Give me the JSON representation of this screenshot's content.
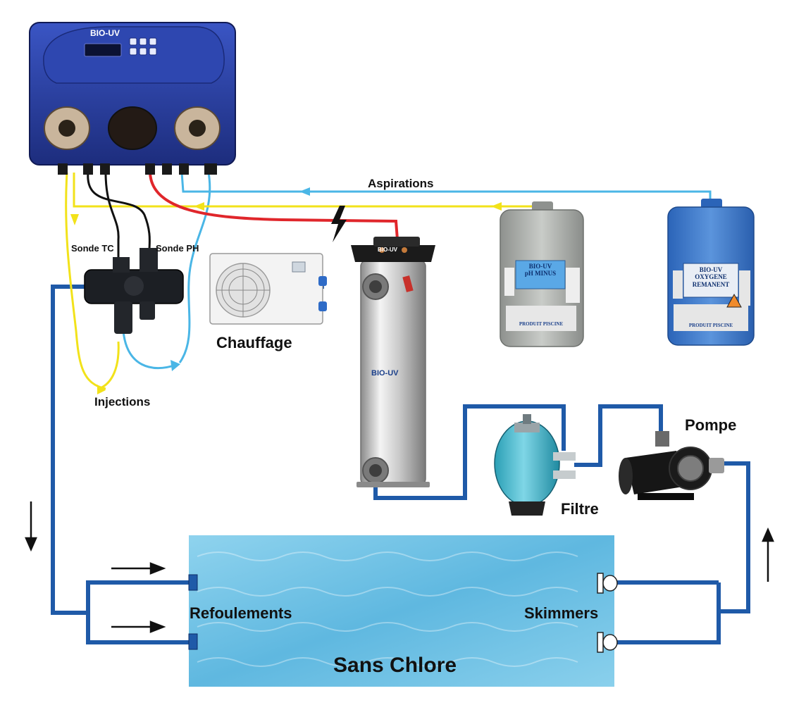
{
  "diagram": {
    "brand": "BIO-UV",
    "labels": {
      "aspirations": "Aspirations",
      "sonde_tc": "Sonde TC",
      "sonde_ph": "Sonde PH",
      "chauffage": "Chauffage",
      "injections": "Injections",
      "pompe": "Pompe",
      "filtre": "Filtre",
      "refoulements": "Refoulements",
      "skimmers": "Skimmers",
      "pool": "Sans Chlore"
    },
    "canisters": [
      {
        "brand": "BIO-UV",
        "product": "pH MINUS",
        "footer": "PRODUIT PISCINE"
      },
      {
        "brand": "BIO-UV",
        "product": "OXYGENE REMANENT",
        "footer": "PRODUIT PISCINE"
      }
    ],
    "colors": {
      "pipe": "#1f5aa8",
      "yellow_line": "#f2e21a",
      "red_line": "#e0262b",
      "cyan_line": "#4ab6e6",
      "black_line": "#111111",
      "device_blue": "#2a3f9e",
      "pool_water": "#6cc3e6"
    }
  }
}
